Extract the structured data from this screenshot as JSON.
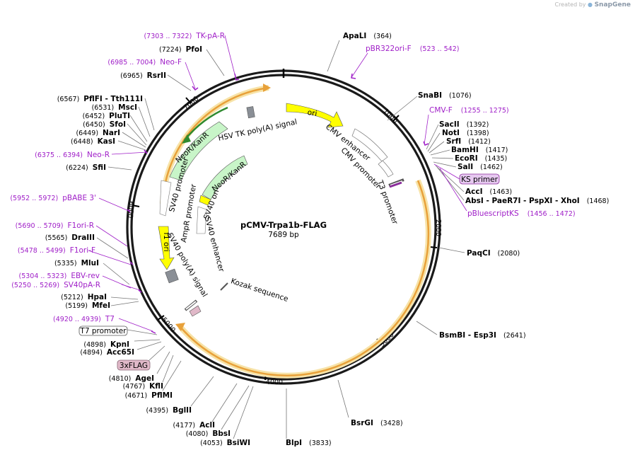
{
  "credit": {
    "created_by": "Created by",
    "brand": "SnapGene"
  },
  "plasmid": {
    "name": "pCMV-Trpa1b-FLAG",
    "length_label": "7689 bp",
    "total_bp": 7689
  },
  "ticks": [
    "1000",
    "2000",
    "3000",
    "4000",
    "5000",
    "6000",
    "7000"
  ],
  "sites": [
    {
      "name": "ApaLI",
      "pos": "(364)",
      "bp": 364,
      "side": "right"
    },
    {
      "name": "SnaBI",
      "pos": "(1076)",
      "bp": 1076,
      "side": "right"
    },
    {
      "name": "SacII",
      "pos": "(1392)",
      "bp": 1392,
      "side": "right"
    },
    {
      "name": "NotI",
      "pos": "(1398)",
      "bp": 1398,
      "side": "right"
    },
    {
      "name": "SrfI",
      "pos": "(1412)",
      "bp": 1412,
      "side": "right"
    },
    {
      "name": "BamHI",
      "pos": "(1417)",
      "bp": 1417,
      "side": "right"
    },
    {
      "name": "EcoRI",
      "pos": "(1435)",
      "bp": 1435,
      "side": "right"
    },
    {
      "name": "SalI",
      "pos": "(1462)",
      "bp": 1462,
      "side": "right"
    },
    {
      "name": "AccI",
      "pos": "(1463)",
      "bp": 1463,
      "side": "right"
    },
    {
      "name": "AbsI - PaeR7I - PspXI - XhoI",
      "pos": "(1468)",
      "bp": 1468,
      "side": "right"
    },
    {
      "name": "PaqCI",
      "pos": "(2080)",
      "bp": 2080,
      "side": "right"
    },
    {
      "name": "BsmBI - Esp3I",
      "pos": "(2641)",
      "bp": 2641,
      "side": "right"
    },
    {
      "name": "BsrGI",
      "pos": "(3428)",
      "bp": 3428,
      "side": "right"
    },
    {
      "name": "BlpI",
      "pos": "(3833)",
      "bp": 3833,
      "side": "right"
    },
    {
      "name": "BsiWI",
      "pos": "(4053)",
      "bp": 4053,
      "side": "left"
    },
    {
      "name": "BbsI",
      "pos": "(4080)",
      "bp": 4080,
      "side": "left"
    },
    {
      "name": "AclI",
      "pos": "(4177)",
      "bp": 4177,
      "side": "left"
    },
    {
      "name": "BglII",
      "pos": "(4395)",
      "bp": 4395,
      "side": "left"
    },
    {
      "name": "PflMI",
      "pos": "(4671)",
      "bp": 4671,
      "side": "left"
    },
    {
      "name": "KflI",
      "pos": "(4767)",
      "bp": 4767,
      "side": "left"
    },
    {
      "name": "AgeI",
      "pos": "(4810)",
      "bp": 4810,
      "side": "left"
    },
    {
      "name": "Acc65I",
      "pos": "(4894)",
      "bp": 4894,
      "side": "left"
    },
    {
      "name": "KpnI",
      "pos": "(4898)",
      "bp": 4898,
      "side": "left"
    },
    {
      "name": "MfeI",
      "pos": "(5199)",
      "bp": 5199,
      "side": "left"
    },
    {
      "name": "HpaI",
      "pos": "(5212)",
      "bp": 5212,
      "side": "left"
    },
    {
      "name": "MluI",
      "pos": "(5335)",
      "bp": 5335,
      "side": "left"
    },
    {
      "name": "DraIII",
      "pos": "(5565)",
      "bp": 5565,
      "side": "left"
    },
    {
      "name": "SfiI",
      "pos": "(6224)",
      "bp": 6224,
      "side": "left"
    },
    {
      "name": "KasI",
      "pos": "(6448)",
      "bp": 6448,
      "side": "left"
    },
    {
      "name": "NarI",
      "pos": "(6449)",
      "bp": 6449,
      "side": "left"
    },
    {
      "name": "SfoI",
      "pos": "(6450)",
      "bp": 6450,
      "side": "left"
    },
    {
      "name": "PluTI",
      "pos": "(6452)",
      "bp": 6452,
      "side": "left"
    },
    {
      "name": "MscI",
      "pos": "(6531)",
      "bp": 6531,
      "side": "left"
    },
    {
      "name": "PflFI - Tth111I",
      "pos": "(6567)",
      "bp": 6567,
      "side": "left"
    },
    {
      "name": "RsrII",
      "pos": "(6965)",
      "bp": 6965,
      "side": "left"
    },
    {
      "name": "PfoI",
      "pos": "(7224)",
      "bp": 7224,
      "side": "left"
    }
  ],
  "primers": [
    {
      "name": "TK-pA-R",
      "range": "(7303 .. 7322)"
    },
    {
      "name": "Neo-F",
      "range": "(6985 .. 7004)"
    },
    {
      "name": "Neo-R",
      "range": "(6375 .. 6394)"
    },
    {
      "name": "pBABE 3'",
      "range": "(5952 .. 5972)"
    },
    {
      "name": "F1ori-R",
      "range": "(5690 .. 5709)"
    },
    {
      "name": "F1ori-F",
      "range": "(5478 .. 5499)"
    },
    {
      "name": "EBV-rev",
      "range": "(5304 .. 5323)"
    },
    {
      "name": "SV40pA-R",
      "range": "(5250 .. 5269)"
    },
    {
      "name": "T7",
      "range": "(4920 .. 4939)"
    },
    {
      "name": "pBR322ori-F",
      "range": "(523 .. 542)"
    },
    {
      "name": "CMV-F",
      "range": "(1255 .. 1275)"
    },
    {
      "name": "pBluescriptKS",
      "range": "(1456 .. 1472)"
    }
  ],
  "boxed_features": {
    "ks_primer": "KS primer",
    "t7_promoter": "T7 promoter",
    "flag": "3xFLAG"
  },
  "features": {
    "hsv_tk_polya": "HSV TK poly(A) signal",
    "ori": "ori",
    "cmv_enhancer": "CMV enhancer",
    "cmv_promoter": "CMV promoter",
    "t3_promoter": "T3 promoter",
    "neo_kan_outer": "NeoR/KanR",
    "neo_kan_inner": "NeoR/KanR",
    "sv40_promoter": "SV40 promoter",
    "ampr_promoter": "AmpR promoter",
    "sv40_ori": "SV40 ori",
    "f1_ori": "f1 ori",
    "sv40_enhancer": "SV40 enhancer",
    "sv40_polya": "SV40 poly(A) signal",
    "kozak": "Kozak sequence"
  },
  "colors": {
    "backbone": "#1a1a1a",
    "orf_orange": "#e8a13a",
    "orf_glow": "#f7e3a8",
    "neo_green": "#c8f5c8",
    "neo_dark": "#2f8a2f",
    "ori_yellow": "#ffff00",
    "primer_purple": "#a020c8",
    "flag_pink": "#e0b8c8",
    "ks_box": "#e6c8f0",
    "grey_block": "#8a8f96"
  }
}
